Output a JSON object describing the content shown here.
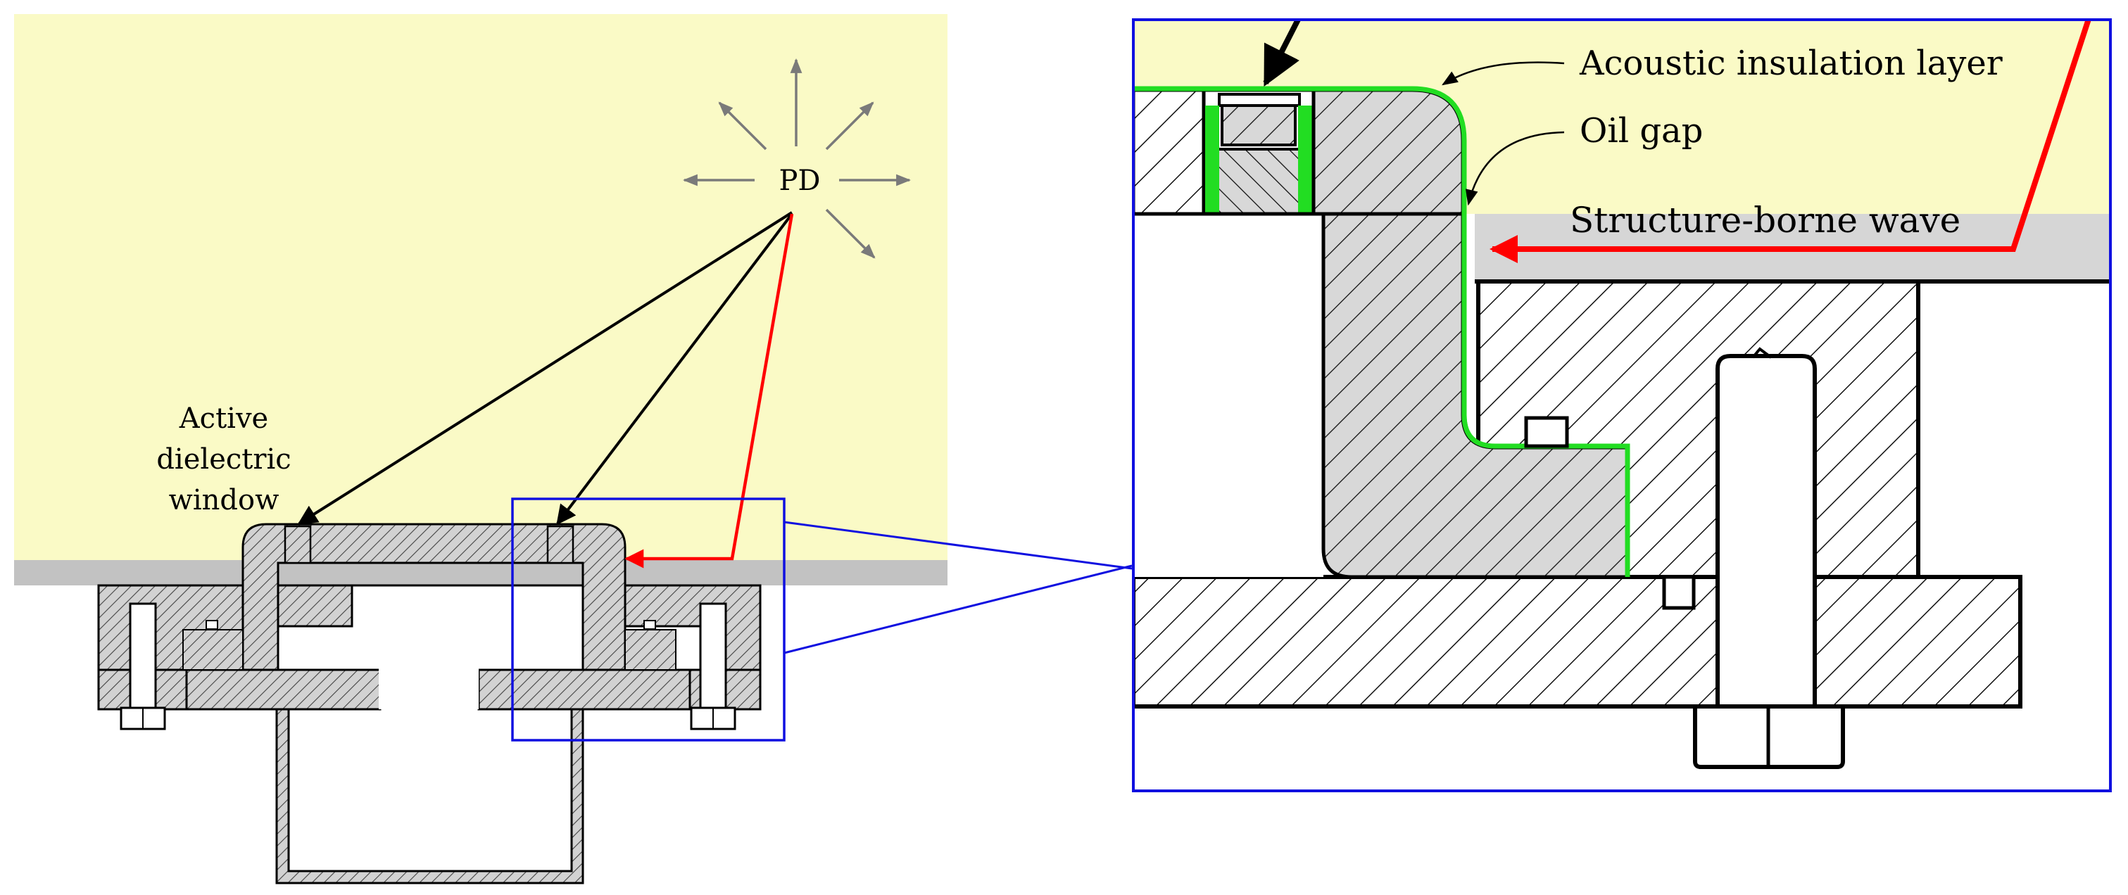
{
  "labels": {
    "pd": "PD",
    "active_line1": "Active",
    "active_line2": "dielectric",
    "active_line3": "window",
    "acoustic": "Acoustic insulation layer",
    "oil_gap": "Oil gap",
    "structure_borne": "Structure-borne wave"
  },
  "colors": {
    "oil": "#fafac6",
    "tank_wall": "#c2c2c2",
    "steel_wall_detail": "#d6d6d6",
    "insulation": "#22dd22",
    "structure_wave": "#ff0000",
    "zoom_frame": "#1010e0",
    "pd_rays": "#7a7a7a",
    "paths": "#000000"
  }
}
